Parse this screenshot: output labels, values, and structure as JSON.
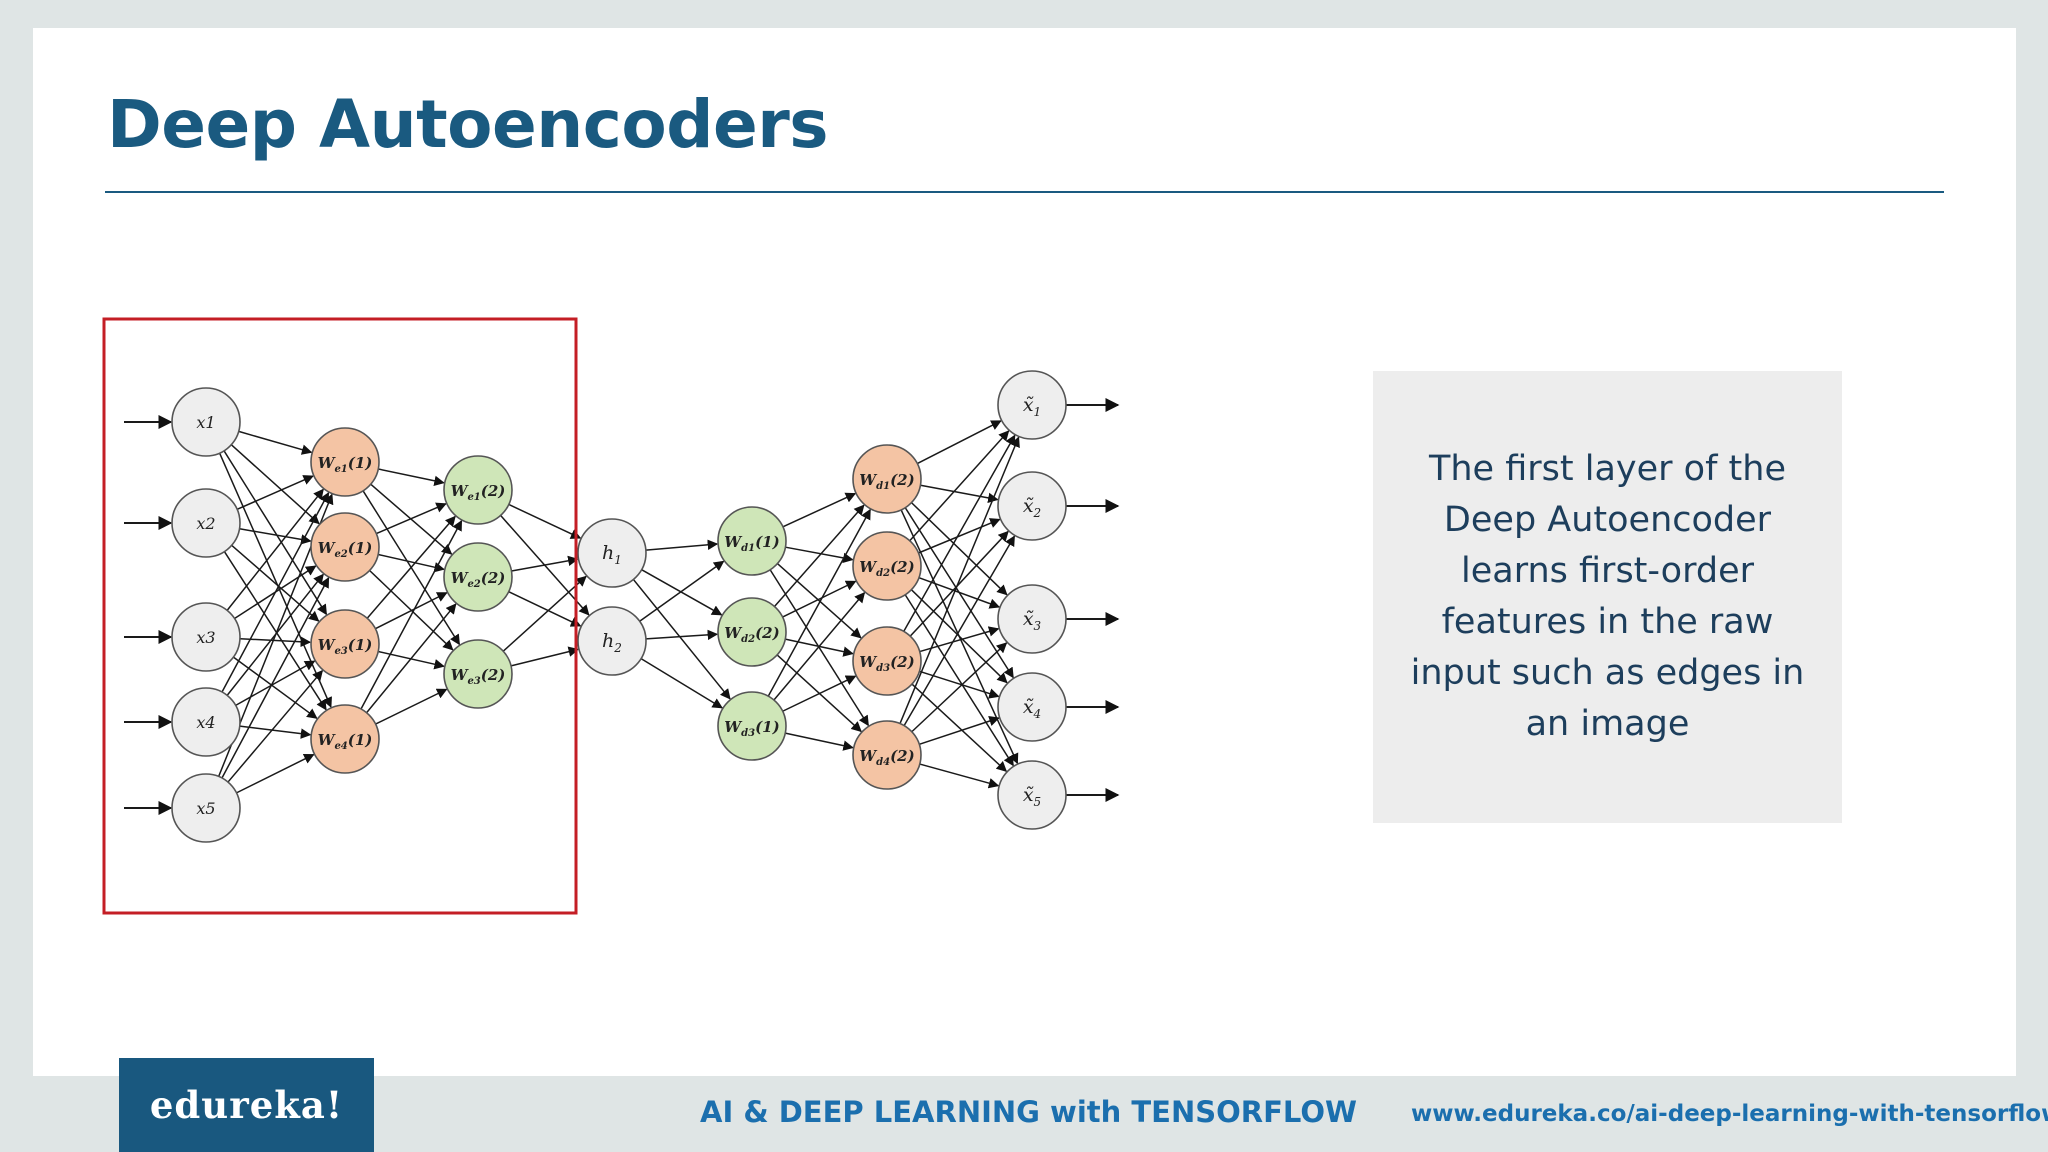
{
  "title": "Deep Autoencoders",
  "description": "The first layer of the Deep Autoencoder learns first-order features in the raw input such as edges in an image",
  "footer": {
    "brand": "edureka!",
    "course": "AI & DEEP LEARNING with TENSORFLOW",
    "url": "www.edureka.co/ai-deep-learning-with-tensorflow"
  },
  "colors": {
    "title": "#1a5a80",
    "highlight_box": "#c41e25",
    "input_node": "#eeeeee",
    "orange_node": "#f4c4a4",
    "green_node": "#cfe6b8",
    "brand_bg": "#19587f",
    "footer_text": "#1b6fae"
  },
  "network": {
    "inputs": [
      "x1",
      "x2",
      "x3",
      "x4",
      "x5"
    ],
    "encoder_layer1": [
      {
        "base": "W",
        "sub": "e1",
        "idx": "(1)"
      },
      {
        "base": "W",
        "sub": "e2",
        "idx": "(1)"
      },
      {
        "base": "W",
        "sub": "e3",
        "idx": "(1)"
      },
      {
        "base": "W",
        "sub": "e4",
        "idx": "(1)"
      }
    ],
    "encoder_layer2": [
      {
        "base": "W",
        "sub": "e1",
        "idx": "(2)"
      },
      {
        "base": "W",
        "sub": "e2",
        "idx": "(2)"
      },
      {
        "base": "W",
        "sub": "e3",
        "idx": "(2)"
      }
    ],
    "code": [
      {
        "base": "h",
        "sub": "1"
      },
      {
        "base": "h",
        "sub": "2"
      }
    ],
    "decoder_layer1": [
      {
        "base": "W",
        "sub": "d1",
        "idx": "(1)"
      },
      {
        "base": "W",
        "sub": "d2",
        "idx": "(2)"
      },
      {
        "base": "W",
        "sub": "d3",
        "idx": "(1)"
      }
    ],
    "decoder_layer2": [
      {
        "base": "W",
        "sub": "d1",
        "idx": "(2)"
      },
      {
        "base": "W",
        "sub": "d2",
        "idx": "(2)"
      },
      {
        "base": "W",
        "sub": "d3",
        "idx": "(2)"
      },
      {
        "base": "W",
        "sub": "d4",
        "idx": "(2)"
      }
    ],
    "outputs": [
      {
        "base": "x̃",
        "sub": "1"
      },
      {
        "base": "x̃",
        "sub": "2"
      },
      {
        "base": "x̃",
        "sub": "3"
      },
      {
        "base": "x̃",
        "sub": "4"
      },
      {
        "base": "x̃",
        "sub": "5"
      }
    ]
  }
}
